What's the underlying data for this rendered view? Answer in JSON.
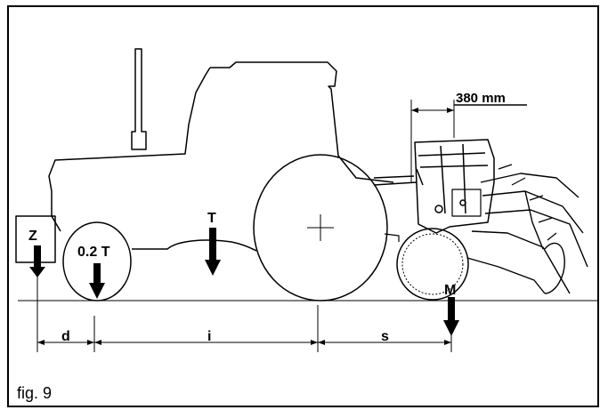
{
  "figure": {
    "caption": "fig. 9",
    "labels": {
      "width": "380 mm",
      "front_load": "Z",
      "front_axle": "0.2 T",
      "tractor_weight": "T",
      "implement": "M",
      "dim_d": "d",
      "dim_i": "i",
      "dim_s": "s"
    }
  },
  "colors": {
    "ink": "#000000",
    "background": "#ffffff"
  }
}
